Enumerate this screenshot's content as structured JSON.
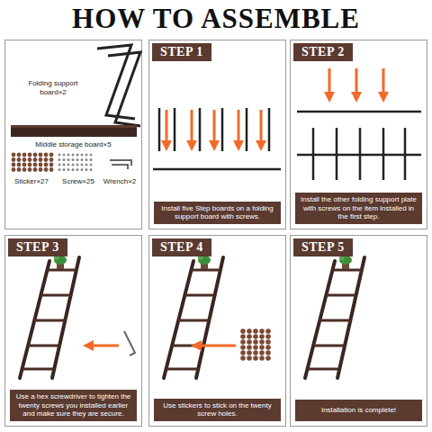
{
  "diagram": {
    "title": "HOW TO ASSEMBLE",
    "nodes": [
      {
        "text": [
          "STEP 1",
          "Install five Step boards on a folding support board with screws."
        ]
      },
      {
        "text": [
          "STEP 2",
          "Install the other folding support plate with screws on the item installed in the first step."
        ]
      },
      {
        "text": [
          "STEP 3",
          "Use a hex screwdriver to tighten the twenty screws you installed earlier and make sure they are secure."
        ]
      },
      {
        "text": [
          "STEP 4",
          "Use stickers to stick on the twenty screw holes."
        ]
      },
      {
        "text": [
          "STEP 5",
          "Installation is complete!"
        ]
      }
    ],
    "labels": [
      "Folding support board×2",
      "Middle storage board×5",
      "Sticker×27",
      "Screw×25",
      "Wrench×2"
    ]
  }
}
